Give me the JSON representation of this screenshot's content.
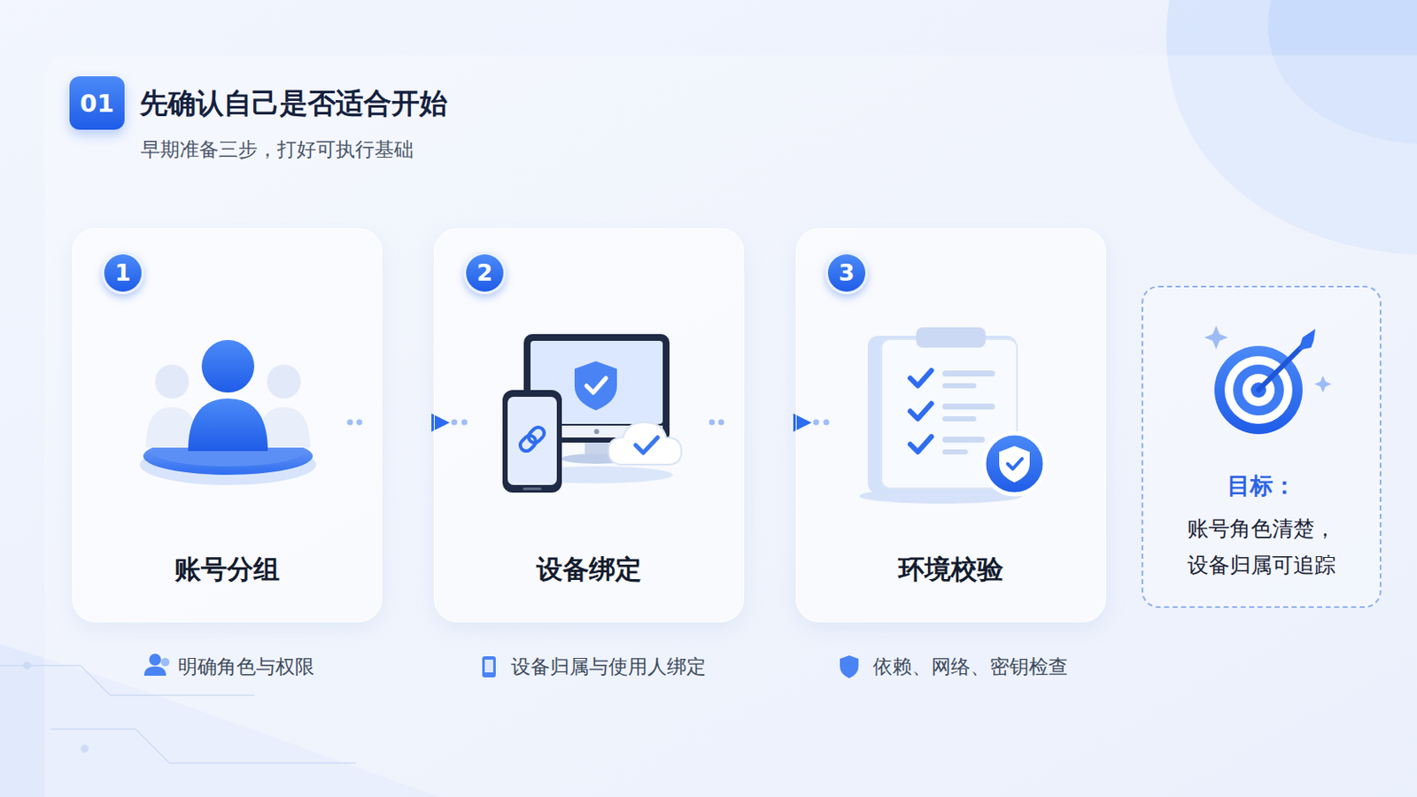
{
  "diagram": {
    "title": "先确认自己是否适合开始",
    "nodes": [
      {
        "text": [
          "01"
        ]
      },
      {
        "text": [
          "账号分组"
        ]
      },
      {
        "text": [
          "1"
        ],
        "in": 1
      },
      {
        "text": [
          "设备绑定"
        ]
      },
      {
        "text": [
          "2"
        ],
        "in": 3
      },
      {
        "text": [
          "环境校验"
        ]
      },
      {
        "text": [
          "3"
        ],
        "in": 5
      },
      {
        "text": [
          "目标：",
          "账号角色清楚， 设备归属可追踪"
        ]
      }
    ],
    "edges": [
      {
        "from": 1,
        "to": 3,
        "arrow": "to"
      },
      {
        "from": 3,
        "to": 5,
        "arrow": "to"
      }
    ],
    "labels": [
      "早期准备三步，打好可执行基础",
      "明确角色与权限",
      "设备归属与使用人绑定",
      "依赖、网络、密钥检查"
    ]
  }
}
